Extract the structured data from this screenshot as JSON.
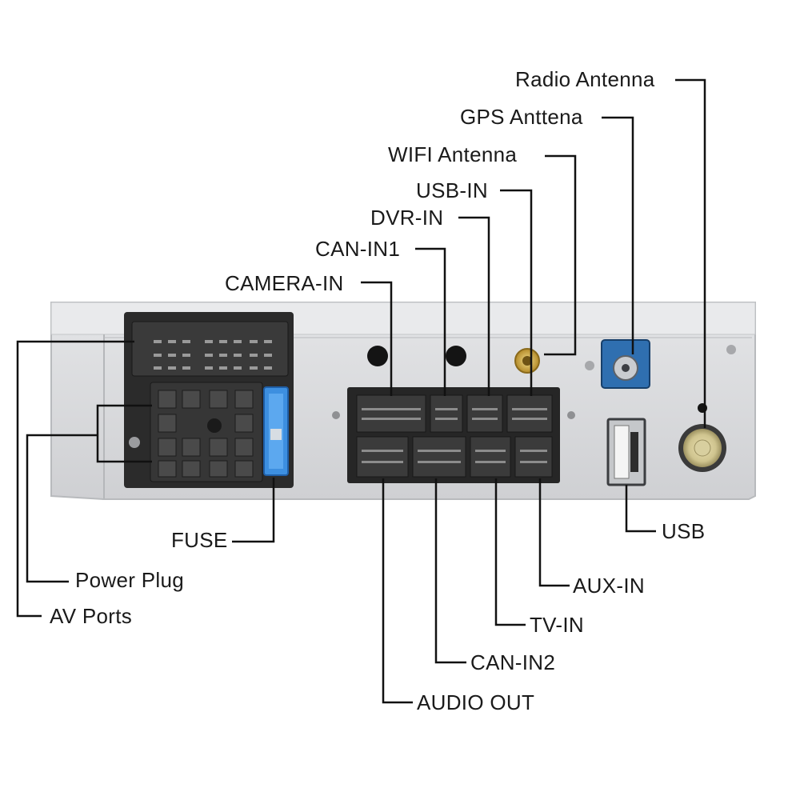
{
  "labels": {
    "radio_antenna": "Radio Antenna",
    "gps_antenna": "GPS Anttena",
    "wifi_antenna": "WIFI Antenna",
    "usb_in": "USB-IN",
    "dvr_in": "DVR-IN",
    "can_in1": "CAN-IN1",
    "camera_in": "CAMERA-IN",
    "fuse": "FUSE",
    "power_plug": "Power Plug",
    "av_ports": "AV Ports",
    "usb": "USB",
    "aux_in": "AUX-IN",
    "tv_in": "TV-IN",
    "can_in2": "CAN-IN2",
    "audio_out": "AUDIO OUT"
  },
  "colors": {
    "chassis": "#d9dadc",
    "connector": "#2b2b2b",
    "fuse": "#3d8fe0",
    "fakra": "#2f6fb0",
    "gold": "#c9a43a",
    "line": "#111111"
  }
}
